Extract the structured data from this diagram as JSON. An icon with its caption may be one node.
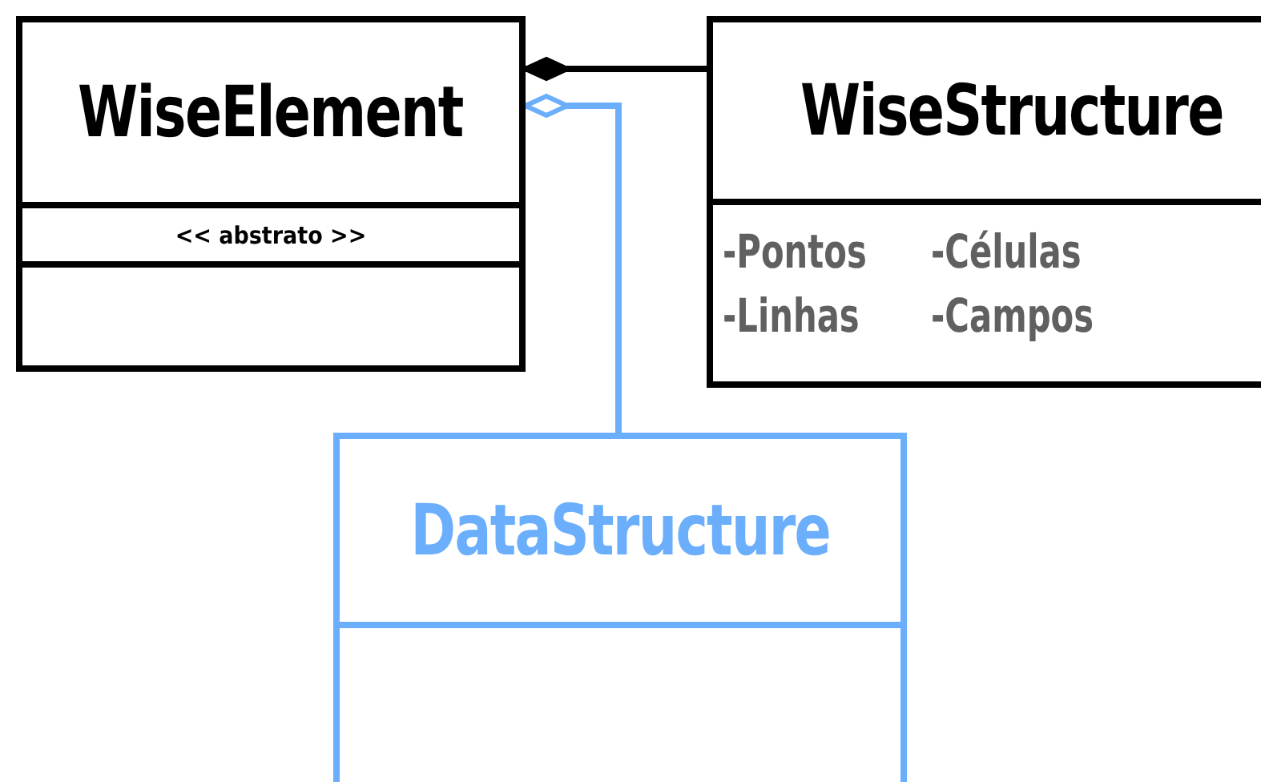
{
  "diagram": {
    "nodes": [
      {
        "text": [
          "WiseElement",
          "<< abstrato >>"
        ]
      },
      {
        "text": [
          "WiseStructure",
          "-Pontos",
          "-Células",
          "-Linhas",
          "-Campos"
        ]
      },
      {
        "text": [
          "DataStructure"
        ]
      }
    ],
    "edges": [
      {
        "from": 1,
        "to": 0,
        "arrow": "other"
      },
      {
        "from": 2,
        "to": 0,
        "arrow": "other",
        "color": "#6aaefc"
      }
    ]
  }
}
